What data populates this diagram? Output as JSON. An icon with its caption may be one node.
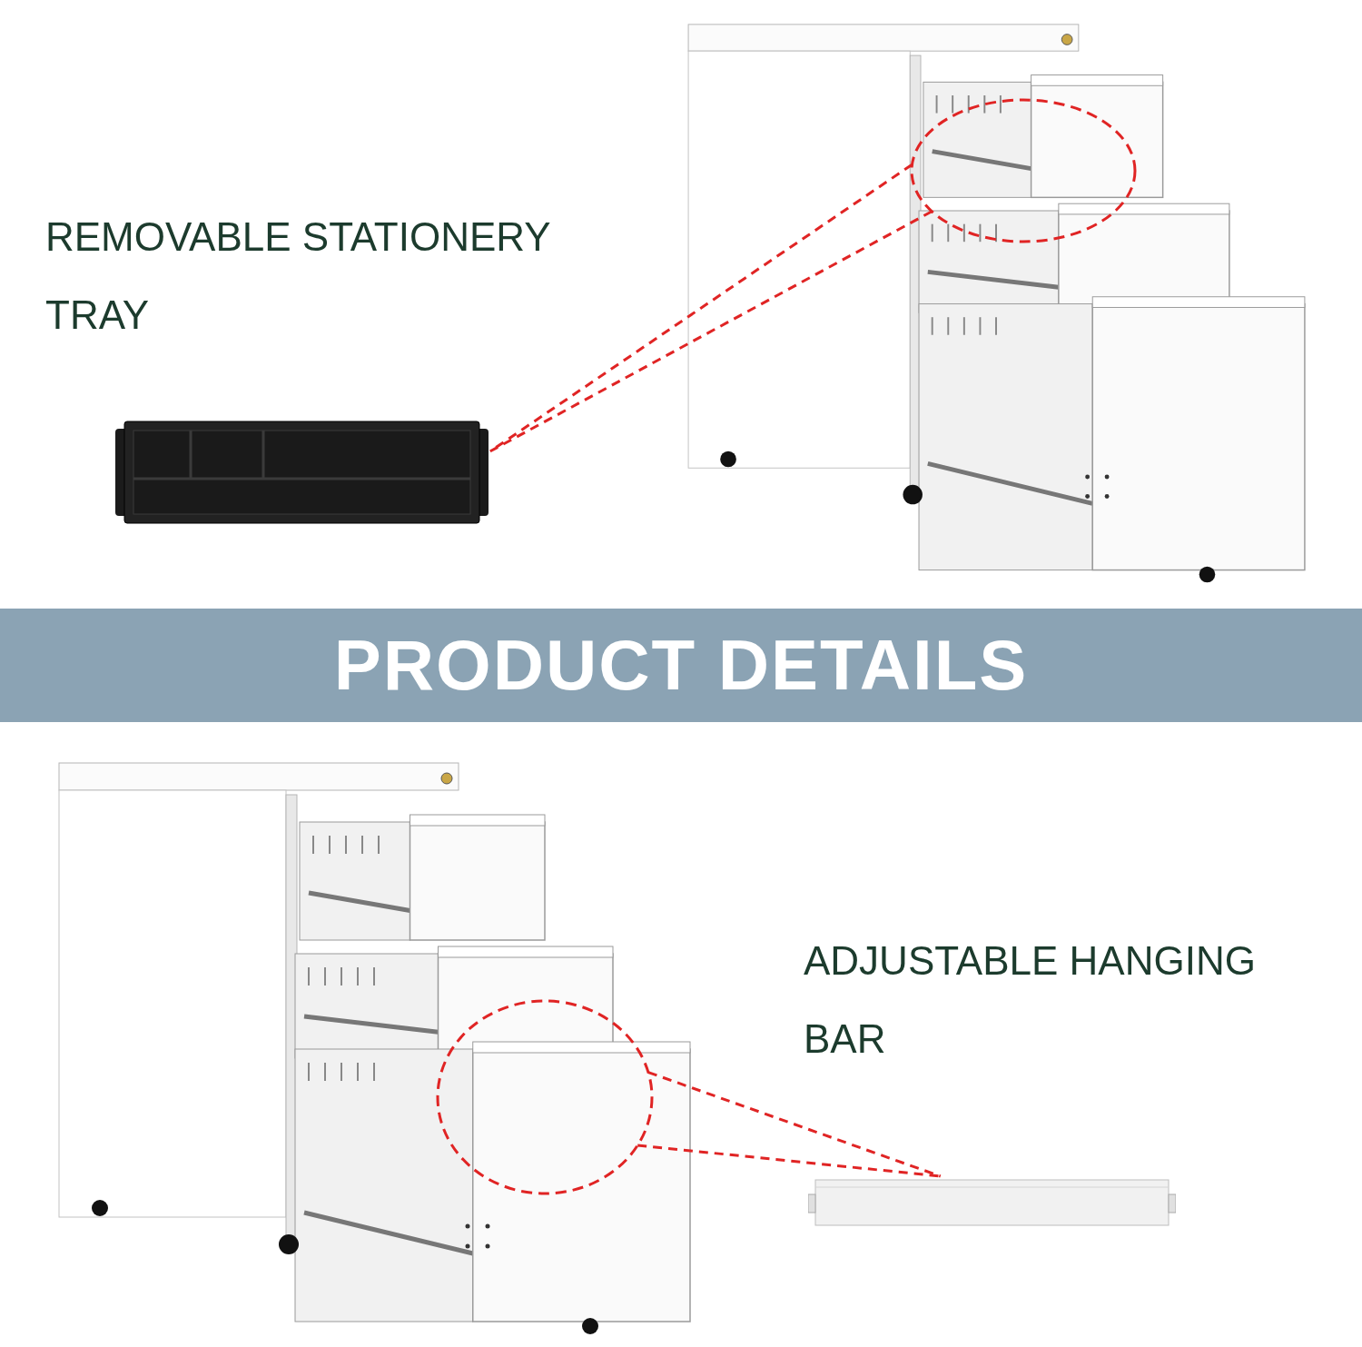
{
  "diagram": {
    "title": "PRODUCT DETAILS",
    "nodes": [
      {
        "text": [],
        "shape": "picture"
      },
      {
        "text": [],
        "shape": "circle",
        "in": 0
      },
      {
        "text": [],
        "shape": "picture"
      },
      {
        "text": [],
        "shape": "picture"
      },
      {
        "text": [],
        "shape": "circle",
        "in": 3
      },
      {
        "text": [],
        "shape": "picture"
      }
    ],
    "edges": [
      {
        "from": 1,
        "to": 2,
        "arrow": "none",
        "style": "dashed"
      },
      {
        "from": 1,
        "to": 2,
        "arrow": "none",
        "style": "dashed"
      },
      {
        "from": 4,
        "to": 5,
        "arrow": "none",
        "style": "dashed"
      },
      {
        "from": 4,
        "to": 5,
        "arrow": "none",
        "style": "dashed"
      }
    ],
    "labels": [
      "REMOVABLE STATIONERY TRAY",
      "ADJUSTABLE HANGING BAR"
    ]
  }
}
